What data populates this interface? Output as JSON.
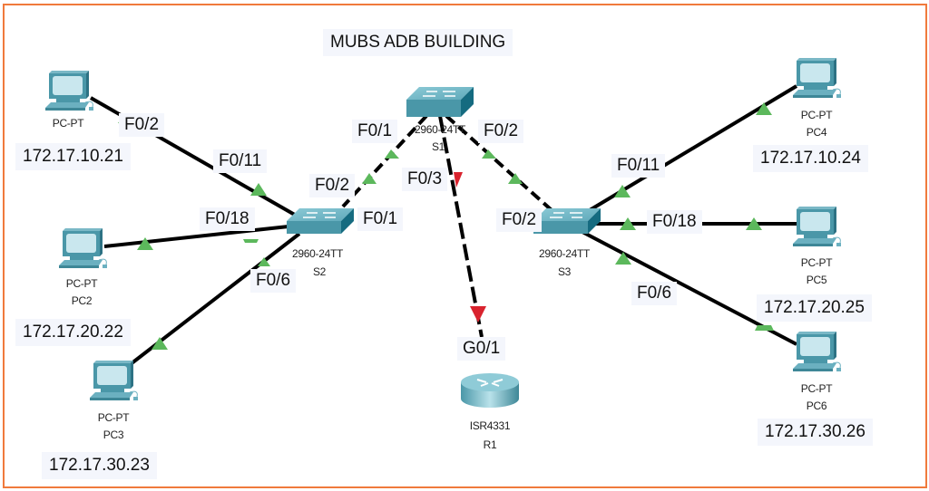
{
  "diagram": {
    "title": "MUBS ADB BUILDING",
    "colors": {
      "frame": "#f07a3c",
      "link": "#000000",
      "port_up": "#5cb85c",
      "port_down": "#d9232e",
      "device": "#4a9fb0",
      "label_bg": "#f4f6fc"
    },
    "devices": [
      {
        "id": "S1",
        "model": "2960-24TT",
        "name": "S1",
        "type": "switch"
      },
      {
        "id": "S2",
        "model": "2960-24TT",
        "name": "S2",
        "type": "switch"
      },
      {
        "id": "S3",
        "model": "2960-24TT",
        "name": "S3",
        "type": "switch"
      },
      {
        "id": "R1",
        "model": "ISR4331",
        "name": "R1",
        "type": "router"
      },
      {
        "id": "PC1",
        "model": "PC-PT",
        "name": "",
        "type": "pc",
        "ip": "172.17.10.21"
      },
      {
        "id": "PC2",
        "model": "PC-PT",
        "name": "PC2",
        "type": "pc",
        "ip": "172.17.20.22"
      },
      {
        "id": "PC3",
        "model": "PC-PT",
        "name": "PC3",
        "type": "pc",
        "ip": "172.17.30.23"
      },
      {
        "id": "PC4",
        "model": "PC-PT",
        "name": "PC4",
        "type": "pc",
        "ip": "172.17.10.24"
      },
      {
        "id": "PC5",
        "model": "PC-PT",
        "name": "PC5",
        "type": "pc",
        "ip": "172.17.20.25"
      },
      {
        "id": "PC6",
        "model": "PC-PT",
        "name": "PC6",
        "type": "pc",
        "ip": "172.17.30.26"
      }
    ],
    "links": [
      {
        "from": "S1",
        "from_port": "F0/1",
        "to": "S2",
        "to_port": "F0/2",
        "style": "dashed",
        "status": "up"
      },
      {
        "from": "S1",
        "from_port": "F0/2",
        "to": "S3",
        "to_port": "F0/2",
        "style": "dashed",
        "status": "up"
      },
      {
        "from": "S1",
        "from_port": "F0/3",
        "to": "R1",
        "to_port": "G0/1",
        "style": "dashed",
        "status": "down"
      },
      {
        "from": "PC1",
        "from_port": "",
        "to": "S2",
        "to_port": "F0/11",
        "style": "solid",
        "status": "up"
      },
      {
        "from": "PC2",
        "from_port": "",
        "to": "S2",
        "to_port": "F0/18",
        "style": "solid",
        "status": "up"
      },
      {
        "from": "PC3",
        "from_port": "",
        "to": "S2",
        "to_port": "F0/6",
        "style": "solid",
        "status": "up"
      },
      {
        "from": "PC4",
        "from_port": "",
        "to": "S3",
        "to_port": "F0/11",
        "style": "solid",
        "status": "up"
      },
      {
        "from": "PC5",
        "from_port": "",
        "to": "S3",
        "to_port": "F0/18",
        "style": "solid",
        "status": "up"
      },
      {
        "from": "PC6",
        "from_port": "",
        "to": "S3",
        "to_port": "F0/6",
        "style": "solid",
        "status": "up"
      }
    ],
    "port_labels": {
      "pc1_side": "F0/2",
      "s2_f011": "F0/11",
      "s2_f018": "F0/18",
      "s2_f06": "F0/6",
      "s2_f02": "F0/2",
      "s2_f01": "F0/1",
      "s1_f01": "F0/1",
      "s1_f02": "F0/2",
      "s1_f03": "F0/3",
      "s3_f02": "F0/2",
      "s3_f011": "F0/11",
      "s3_f018": "F0/18",
      "s3_f06": "F0/6",
      "r1_g01": "G0/1"
    }
  }
}
